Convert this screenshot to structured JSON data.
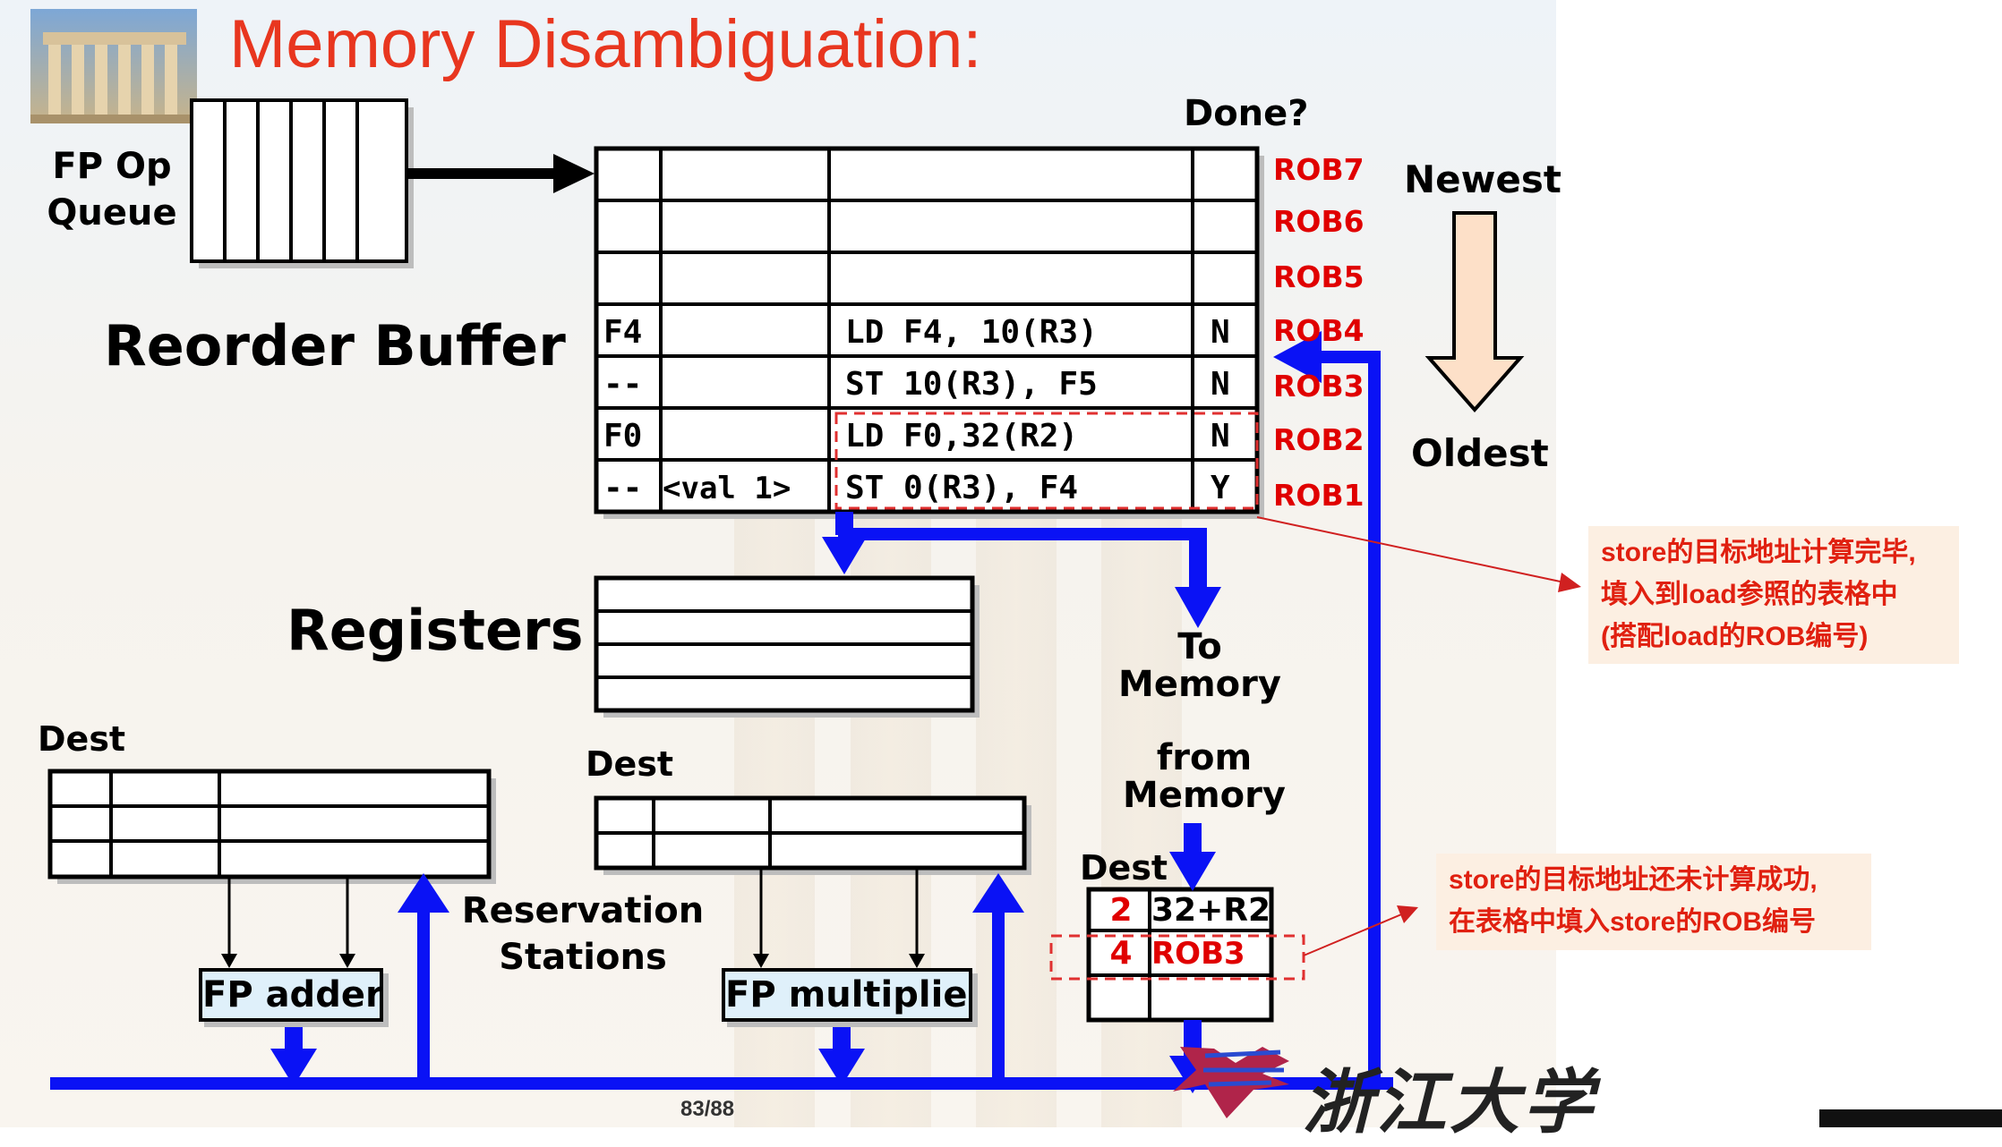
{
  "title": "Memory Disambiguation:",
  "fp_op_queue_label": [
    "FP Op",
    "Queue"
  ],
  "done_header": "Done?",
  "reorder_buffer_label": "Reorder Buffer",
  "rob": {
    "rows": [
      {
        "tag": "ROB7",
        "dest": "",
        "value": "",
        "instr": "",
        "done": ""
      },
      {
        "tag": "ROB6",
        "dest": "",
        "value": "",
        "instr": "",
        "done": ""
      },
      {
        "tag": "ROB5",
        "dest": "",
        "value": "",
        "instr": "",
        "done": ""
      },
      {
        "tag": "ROB4",
        "dest": "F4",
        "value": "",
        "instr": "LD  F4, 10(R3)",
        "done": "N"
      },
      {
        "tag": "ROB3",
        "dest": "--",
        "value": "",
        "instr": "ST  10(R3), F5",
        "done": "N"
      },
      {
        "tag": "ROB2",
        "dest": "F0",
        "value": "",
        "instr": "LD  F0,32(R2)",
        "done": "N"
      },
      {
        "tag": "ROB1",
        "dest": "--",
        "value": "<val 1>",
        "instr": "ST  0(R3), F4",
        "done": "Y"
      }
    ]
  },
  "newest_label": "Newest",
  "oldest_label": "Oldest",
  "registers_label": "Registers",
  "to_memory_label": [
    "To",
    "Memory"
  ],
  "from_memory_label": [
    "from",
    "Memory"
  ],
  "dest_label": "Dest",
  "reservation_stations_label": [
    "Reservation",
    "Stations"
  ],
  "fp_adders_label": "FP adders",
  "fp_multipliers_label": "FP multipliers",
  "load_buffer": {
    "rows": [
      {
        "num": "2",
        "addr": "32+R2"
      },
      {
        "num": "4",
        "addr": "ROB3"
      },
      {
        "num": "",
        "addr": ""
      }
    ]
  },
  "note_top": [
    "store的目标地址计算完毕,",
    "填入到load参照的表格中",
    "(搭配load的ROB编号)"
  ],
  "note_bottom": [
    "store的目标地址还未计算成功,",
    "在表格中填入store的ROB编号"
  ],
  "page_number": "83/88",
  "logo_text": "浙江大学",
  "colors": {
    "title": "#e8361f",
    "bus": "#0a12f5",
    "rob_tag": "#e00000",
    "note_bg": "#fcefe2",
    "note_text": "#e02010",
    "fu_fill": "#dff0fa",
    "arrow_fill": "#fde0c8"
  }
}
